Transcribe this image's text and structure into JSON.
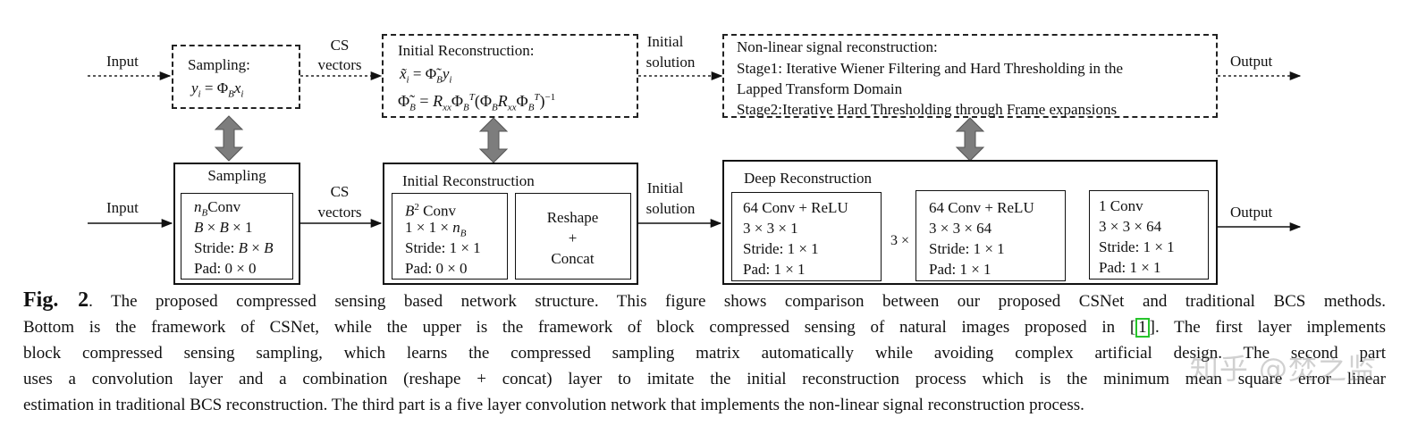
{
  "upper": {
    "input_label": "Input",
    "sampling_title": "Sampling:",
    "sampling_eq": "y_i = Φ_B x_i",
    "cs_label_line1": "CS",
    "cs_label_line2": "vectors",
    "initial_title": "Initial Reconstruction:",
    "initial_eq1": "x̃_i = Φ̃_B y_i",
    "initial_eq2": "Φ̃_B = R_xx Φ_B^T (Φ_B R_xx Φ_B^T)^-1",
    "init_sol_line1": "Initial",
    "init_sol_line2": "solution",
    "nonlinear_title": "Non-linear signal reconstruction:",
    "stage1_line1": "Stage1: Iterative Wiener Filtering and Hard Thresholding in the",
    "stage1_line2": "Lapped Transform Domain",
    "stage2": "Stage2:Iterative Hard Thresholding through Frame expansions",
    "output_label": "Output"
  },
  "lower": {
    "input_label": "Input",
    "sampling_title": "Sampling",
    "sampling_conv": "n_B Conv",
    "sampling_kernel": "B × B × 1",
    "sampling_stride": "Stride: B × B",
    "sampling_pad": "Pad: 0 × 0",
    "cs_label_line1": "CS",
    "cs_label_line2": "vectors",
    "initial_title": "Initial Reconstruction",
    "init_conv": "B² Conv",
    "init_kernel": "1 × 1 × n_B",
    "init_stride": "Stride: 1 × 1",
    "init_pad": "Pad: 0 × 0",
    "reshape_line1": "Reshape",
    "reshape_line2": "+",
    "reshape_line3": "Concat",
    "init_sol_line1": "Initial",
    "init_sol_line2": "solution",
    "deep_title": "Deep Reconstruction",
    "block1_line1": "64 Conv + ReLU",
    "block1_line2": "3 × 3 × 1",
    "block1_line3": "Stride: 1 × 1",
    "block1_line4": "Pad: 1 × 1",
    "repeat_label": "3 ×",
    "block2_line1": "64 Conv + ReLU",
    "block2_line2": "3 × 3 × 64",
    "block2_line3": "Stride: 1 × 1",
    "block2_line4": "Pad: 1 × 1",
    "block3_line1": "1 Conv",
    "block3_line2": "3 × 3 × 64",
    "block3_line3": "Stride: 1 × 1",
    "block3_line4": "Pad: 1 × 1",
    "output_label": "Output"
  },
  "caption": {
    "fig_label": "Fig. 2",
    "line1_rest": ". The proposed compressed sensing based network structure. This figure shows comparison between our proposed CSNet and traditional BCS methods.",
    "line2_pre": "Bottom is the framework of CSNet, while the upper is the framework of block compressed sensing of natural images proposed in [",
    "cite": "1",
    "line2_post": "]. The first layer implements",
    "line3": "block compressed sensing sampling, which learns the compressed sampling matrix automatically while avoiding complex artificial design. The second part",
    "line4": "uses a convolution layer and a combination (reshape + concat) layer to imitate the initial reconstruction process which is the minimum mean square error linear",
    "line5": "estimation in traditional BCS reconstruction. The third part is a five layer convolution network that implements the non-linear signal reconstruction process."
  },
  "watermark": "知乎 @焚之监"
}
